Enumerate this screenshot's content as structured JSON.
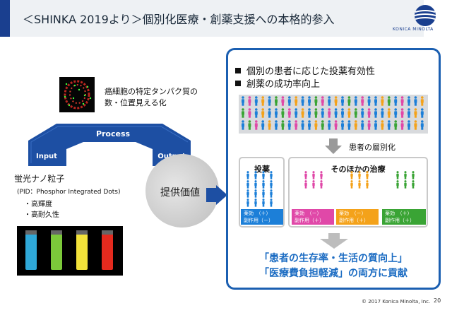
{
  "header": {
    "title": "＜SHINKA 2019より＞個別化医療・創薬支援への本格的参入",
    "logo_text": "KONICA MINOLTA",
    "accent_color": "#1a3f8f"
  },
  "left": {
    "cell_caption_line1": "癌細胞の特定タンパク質の",
    "cell_caption_line2": "数・位置見える化",
    "process_label": "Process",
    "input_label": "Input",
    "output_label": "Output",
    "provide_label": "提供価値",
    "nanoparticle_title": "蛍光ナノ粒子",
    "nanoparticle_pid": "(PID：Phosphor Integrated Dots)",
    "nanoparticle_bullet1": "・高輝度",
    "nanoparticle_bullet2": "・高耐久性"
  },
  "right": {
    "bullet1": "個別の患者に応じた投薬有効性",
    "bullet2": "創薬の成功率向上",
    "stratification_label": "患者の層別化",
    "dosing_header": "投薬",
    "other_treatment_header": "そのほかの治療",
    "results": [
      {
        "line1": "薬効　（＋）",
        "line2": "副作用（－）",
        "color": "#1c7fd8"
      },
      {
        "line1": "薬効　（－）",
        "line2": "副作用（＋）",
        "color": "#e048a8"
      },
      {
        "line1": "薬効　（－）",
        "line2": "副作用（＋）",
        "color": "#f4a21a"
      },
      {
        "line1": "薬効　（＋）",
        "line2": "副作用（＋）",
        "color": "#3aa435"
      }
    ],
    "conclusion_line1": "「患者の生存率・生活の質向上」",
    "conclusion_line2": "「医療費負担軽減」の両方に貢献",
    "panel_border_color": "#1b5fb1",
    "conclusion_color": "#1a6bc2"
  },
  "footer": {
    "copyright": "© 2017 Konica Minolta, Inc.",
    "page_number": "20"
  }
}
